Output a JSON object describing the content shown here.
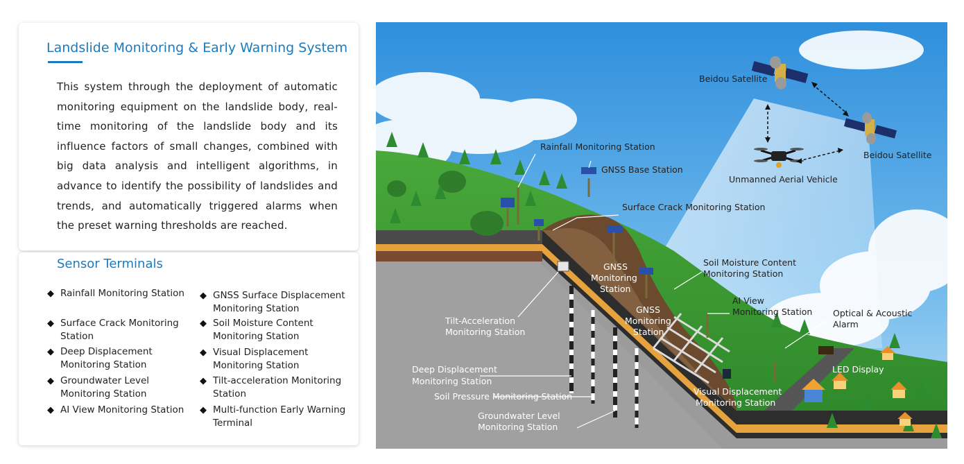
{
  "intro": {
    "title": "Landslide Monitoring & Early Warning System",
    "description": "This system through the deployment of automatic monitoring equipment on the landslide body, real-time monitoring of the landslide body and its influence factors of small changes, combined with big data analysis and intelligent algorithms, in advance to identify the possibility of landslides and trends, and automatically triggered alarms when the preset warning thresholds are reached."
  },
  "terminals": {
    "title": "Sensor Terminals",
    "bullet": "◆",
    "left": [
      "Rainfall Monitoring Station",
      "Surface Crack Monitoring Station",
      "Deep Displacement Monitoring Station",
      "Groundwater Level Monitoring Station",
      "AI View Monitoring Station"
    ],
    "right": [
      "GNSS Surface Displacement Monitoring Station",
      "Soil Moisture Content Monitoring Station",
      "Visual Displacement Monitoring Station",
      "Tilt-acceleration Monitoring Station",
      "Multi-function Early Warning Terminal"
    ]
  },
  "diagram": {
    "beidou_1": "Beidou Satellite",
    "beidou_2": "Beidou Satellite",
    "uav": "Unmanned Aerial Vehicle",
    "rainfall": "Rainfall Monitoring Station",
    "gnss_base": "GNSS Base Station",
    "surface_crack": "Surface Crack Monitoring Station",
    "soil_moisture_1": "Soil Moisture Content",
    "soil_moisture_2": "Monitoring Station",
    "gnss_a_1": "GNSS",
    "gnss_a_2": "Monitoring",
    "gnss_a_3": "Station",
    "gnss_b_1": "GNSS",
    "gnss_b_2": "Monitoring",
    "gnss_b_3": "Station",
    "ai_view_1": "AI View",
    "ai_view_2": "Monitoring Station",
    "optical_1": "Optical & Acoustic",
    "optical_2": "Alarm",
    "tilt_1": "Tilt-Acceleration",
    "tilt_2": "Monitoring Station",
    "deep_1": "Deep Displacement",
    "deep_2": "Monitoring Station",
    "soil_pressure": "Soil Pressure Monitoring Station",
    "groundwater_1": "Groundwater Level",
    "groundwater_2": "Monitoring Station",
    "visual_1": "Visual Displacement",
    "visual_2": "Monitoring Station",
    "led": "LED Display"
  },
  "colors": {
    "accent": "#1a7bbf",
    "sky": "#4aa6e6",
    "grass": "#3e9a33",
    "slide": "#6b4a2e"
  }
}
